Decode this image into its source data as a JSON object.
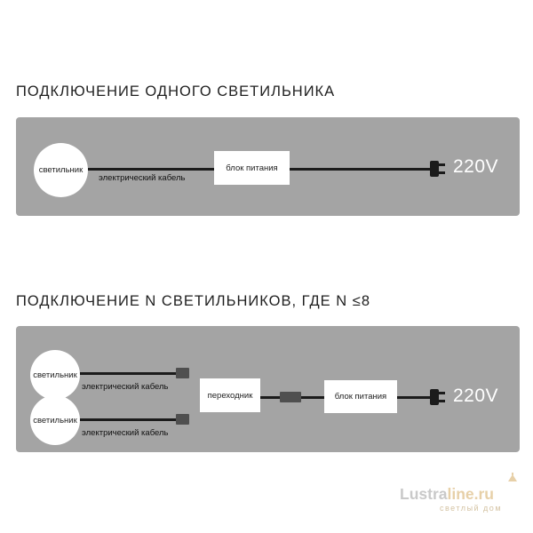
{
  "section1": {
    "title": "ПОДКЛЮЧЕНИЕ ОДНОГО СВЕТИЛЬНИКА",
    "lamp_label": "светильник",
    "cable_label": "электрический кабель",
    "psu_label": "блок питания",
    "voltage": "220V"
  },
  "section2": {
    "title": "ПОДКЛЮЧЕНИЕ N СВЕТИЛЬНИКОВ, ГДЕ N ≤8",
    "lamps": [
      {
        "label": "светильник",
        "cable_label": "электрический кабель"
      },
      {
        "label": "светильник",
        "cable_label": "электрический кабель"
      }
    ],
    "adapter_label": "переходник",
    "psu_label": "блок питания",
    "voltage": "220V"
  },
  "watermark": {
    "brand_part1": "Lustra",
    "brand_part2": "line.ru",
    "tagline": "светлый дом"
  },
  "colors": {
    "panel": "#a4a4a4",
    "wire": "#1b1b1b",
    "connector": "#4f4f4f",
    "text_white": "#ffffff"
  },
  "icons": [
    "plug-icon",
    "lamp-watermark-icon"
  ]
}
